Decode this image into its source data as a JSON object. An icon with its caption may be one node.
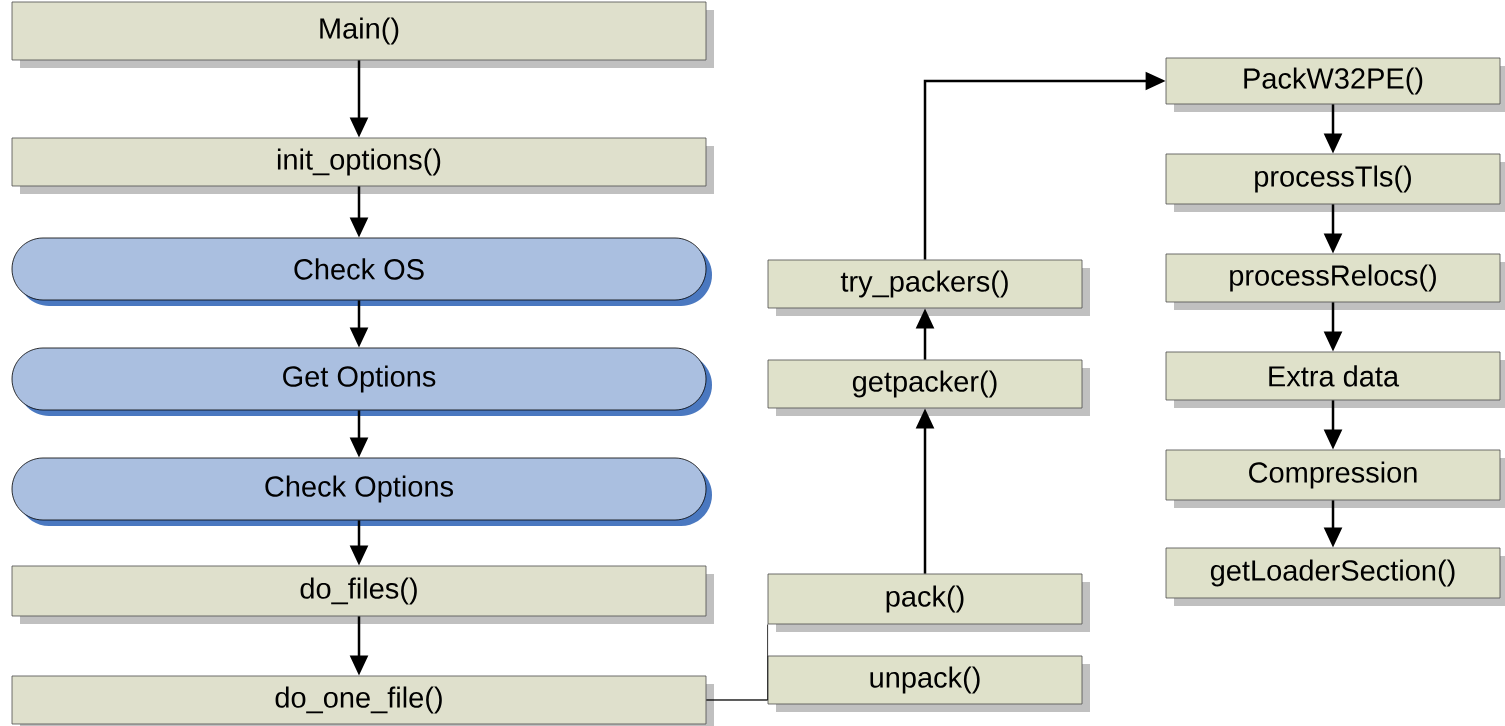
{
  "diagram": {
    "nodes": [
      {
        "text": [
          "Main()"
        ]
      },
      {
        "text": [
          "init_options()"
        ]
      },
      {
        "text": [
          "Check OS"
        ]
      },
      {
        "text": [
          "Get Options"
        ]
      },
      {
        "text": [
          "Check Options"
        ]
      },
      {
        "text": [
          "do_files()"
        ]
      },
      {
        "text": [
          "do_one_file()"
        ]
      },
      {
        "text": [
          "try_packers()"
        ]
      },
      {
        "text": [
          "getpacker()"
        ]
      },
      {
        "text": [
          "pack()"
        ]
      },
      {
        "text": [
          "unpack()"
        ]
      },
      {
        "text": [
          "PackW32PE()"
        ]
      },
      {
        "text": [
          "processTls()"
        ]
      },
      {
        "text": [
          "processRelocs()"
        ]
      },
      {
        "text": [
          "Extra data"
        ]
      },
      {
        "text": [
          "Compression"
        ]
      },
      {
        "text": [
          "getLoaderSection()"
        ]
      }
    ],
    "edges": [
      {
        "from": 0,
        "to": 1,
        "arrow": "to"
      },
      {
        "from": 1,
        "to": 2,
        "arrow": "to"
      },
      {
        "from": 2,
        "to": 3,
        "arrow": "to"
      },
      {
        "from": 3,
        "to": 4,
        "arrow": "to"
      },
      {
        "from": 4,
        "to": 5,
        "arrow": "to"
      },
      {
        "from": 5,
        "to": 6,
        "arrow": "to"
      },
      {
        "from": 6,
        "to": 9,
        "arrow": "none"
      },
      {
        "from": 6,
        "to": 10,
        "arrow": "none"
      },
      {
        "from": 9,
        "to": 8,
        "arrow": "to"
      },
      {
        "from": 8,
        "to": 7,
        "arrow": "to"
      },
      {
        "from": 7,
        "to": 11,
        "arrow": "to"
      },
      {
        "from": 11,
        "to": 12,
        "arrow": "to"
      },
      {
        "from": 12,
        "to": 13,
        "arrow": "to"
      },
      {
        "from": 13,
        "to": 14,
        "arrow": "to"
      },
      {
        "from": 14,
        "to": 15,
        "arrow": "to"
      },
      {
        "from": 15,
        "to": 16,
        "arrow": "to"
      }
    ]
  }
}
